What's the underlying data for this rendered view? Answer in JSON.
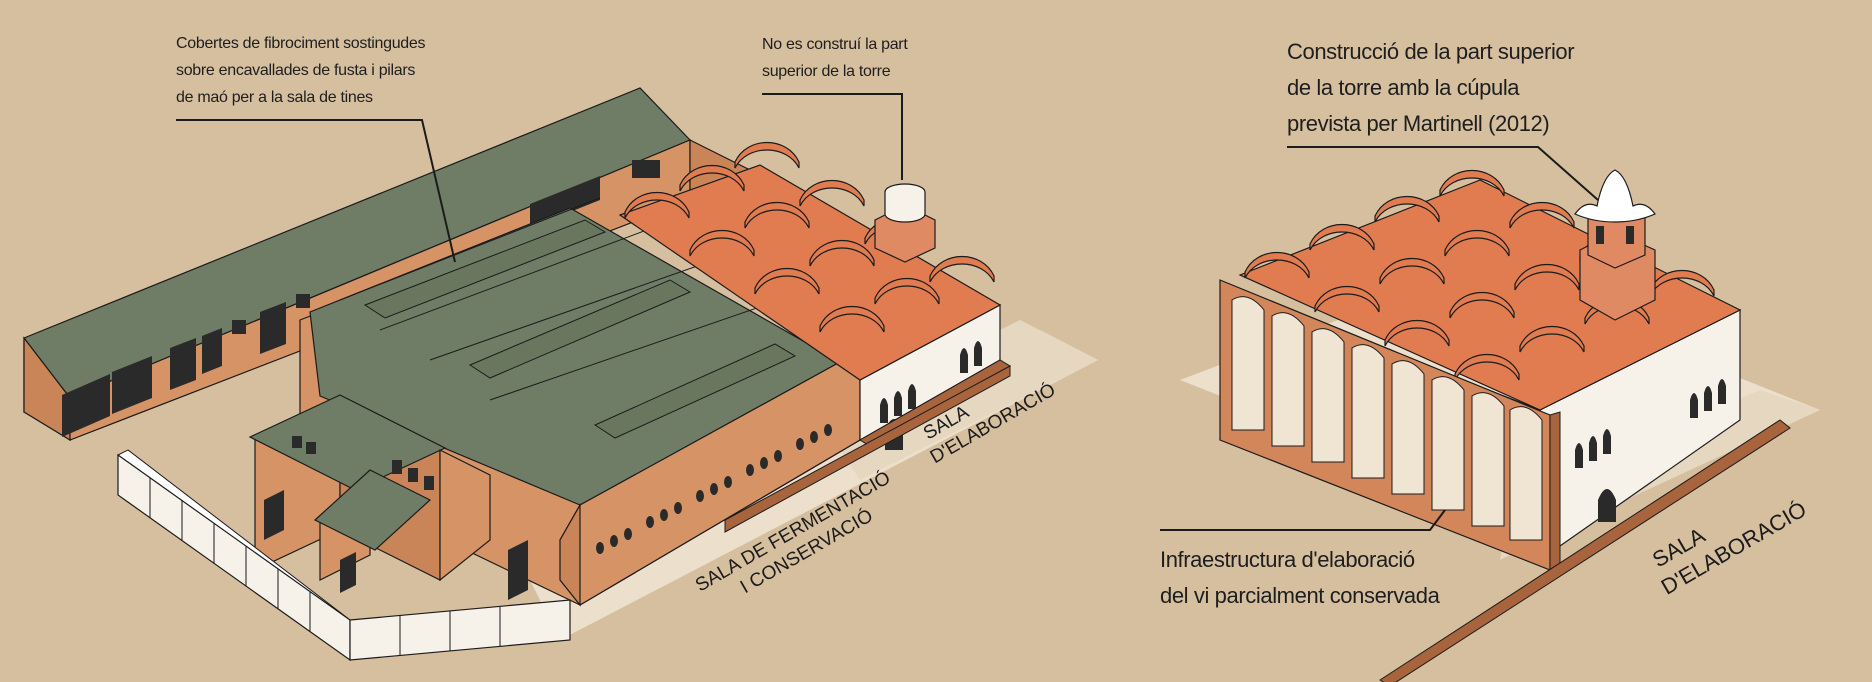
{
  "annotations": {
    "roof": {
      "line1": "Cobertes de fibrociment sostingudes",
      "line2": "sobre encavallades de fusta i pilars",
      "line3": "de maó per a la sala de tines"
    },
    "tower_left": {
      "line1": "No es construí la part",
      "line2": "superior de la torre"
    },
    "tower_right": {
      "line1": "Construcció de la part superior",
      "line2": "de la torre amb la cúpula",
      "line3": "prevista per Martinell (2012)"
    },
    "infra": {
      "line1": "Infraestructura d'elaboració",
      "line2": "del vi parcialment conservada"
    }
  },
  "floor_labels": {
    "fermentation": {
      "line1": "SALA DE FERMENTACIÓ",
      "line2": "I CONSERVACIÓ"
    },
    "elaboration_left": {
      "line1": "SALA",
      "line2": "D'ELABORACIÓ"
    },
    "elaboration_right": {
      "line1": "SALA",
      "line2": "D'ELABORACIÓ"
    }
  },
  "colors": {
    "background": "#d6bf9f",
    "floor": "#ece0cd",
    "roof_fibrocement": "#6f7d67",
    "brick_wall": "#d69466",
    "tile_vault": "#e07c4f",
    "white_wall": "#f6f1e9",
    "outline": "#1b1b1b"
  }
}
